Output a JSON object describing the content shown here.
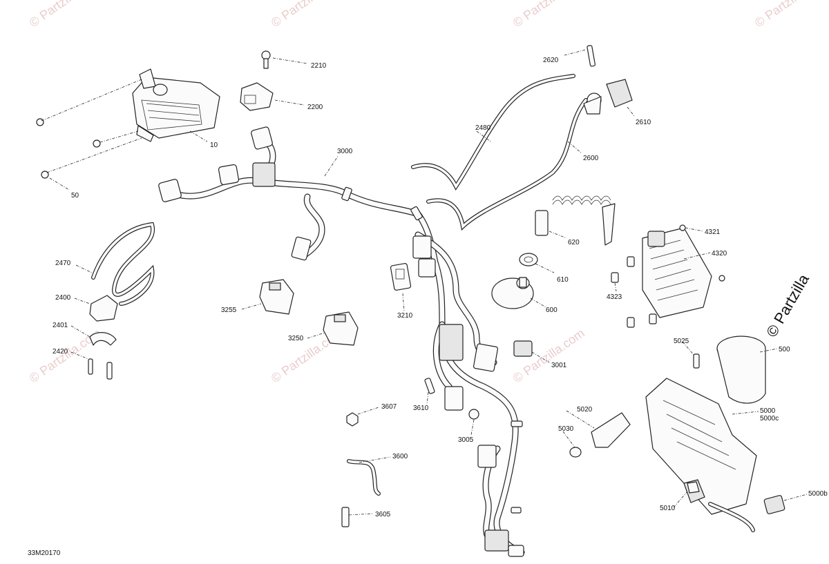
{
  "diagram_code": "33M20170",
  "watermark": {
    "text": "Partzilla",
    "text_big": "Partzilla",
    "copyright_symbol": "©",
    "repeat_text": "© Partzilla.com"
  },
  "callouts": [
    {
      "id": "10",
      "label": "10"
    },
    {
      "id": "50",
      "label": "50"
    },
    {
      "id": "2210",
      "label": "2210"
    },
    {
      "id": "2200",
      "label": "2200"
    },
    {
      "id": "3000",
      "label": "3000"
    },
    {
      "id": "2470",
      "label": "2470"
    },
    {
      "id": "2400",
      "label": "2400"
    },
    {
      "id": "2401",
      "label": "2401"
    },
    {
      "id": "2420",
      "label": "2420"
    },
    {
      "id": "3255",
      "label": "3255"
    },
    {
      "id": "3250",
      "label": "3250"
    },
    {
      "id": "3210",
      "label": "3210"
    },
    {
      "id": "2480",
      "label": "2480"
    },
    {
      "id": "2620",
      "label": "2620"
    },
    {
      "id": "2610",
      "label": "2610"
    },
    {
      "id": "2600",
      "label": "2600"
    },
    {
      "id": "620",
      "label": "620"
    },
    {
      "id": "610",
      "label": "610"
    },
    {
      "id": "600",
      "label": "600"
    },
    {
      "id": "4321",
      "label": "4321"
    },
    {
      "id": "4320",
      "label": "4320"
    },
    {
      "id": "4323",
      "label": "4323"
    },
    {
      "id": "3001",
      "label": "3001"
    },
    {
      "id": "5025",
      "label": "5025"
    },
    {
      "id": "500x",
      "label": "500"
    },
    {
      "id": "3607",
      "label": "3607"
    },
    {
      "id": "3610",
      "label": "3610"
    },
    {
      "id": "3005",
      "label": "3005"
    },
    {
      "id": "3600",
      "label": "3600"
    },
    {
      "id": "3605",
      "label": "3605"
    },
    {
      "id": "5020",
      "label": "5020"
    },
    {
      "id": "5030",
      "label": "5030"
    },
    {
      "id": "5000",
      "label": "5000"
    },
    {
      "id": "5000c",
      "label": "5000c"
    },
    {
      "id": "5010",
      "label": "5010"
    },
    {
      "id": "5000b",
      "label": "5000b"
    }
  ]
}
